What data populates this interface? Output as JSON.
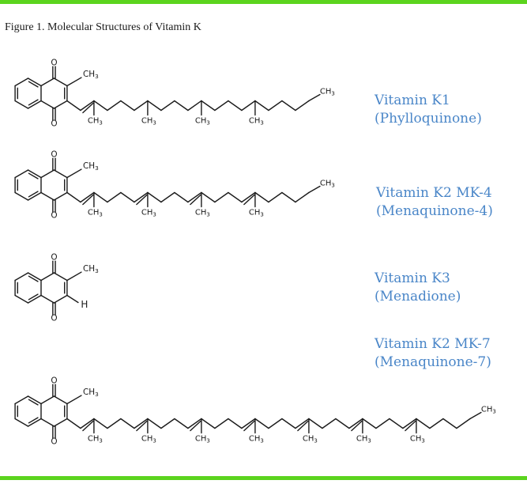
{
  "colors": {
    "accent_rule": "#5bd41e",
    "label_color": "#4a86c8",
    "bond_color": "#1a1a1a"
  },
  "caption": "Figure 1. Molecular Structures of Vitamin K",
  "atoms": {
    "oxygen": "O",
    "methyl": "CH3",
    "hydrogen": "H"
  },
  "compounds": [
    {
      "name": "Vitamin K1",
      "common_name": "(Phylloquinone)"
    },
    {
      "name": "Vitamin K2 MK-4",
      "common_name": "(Menaquinone-4)"
    },
    {
      "name": "Vitamin K3",
      "common_name": "(Menadione)"
    },
    {
      "name": "Vitamin K2 MK-7",
      "common_name": "(Menaquinone-7)"
    }
  ]
}
